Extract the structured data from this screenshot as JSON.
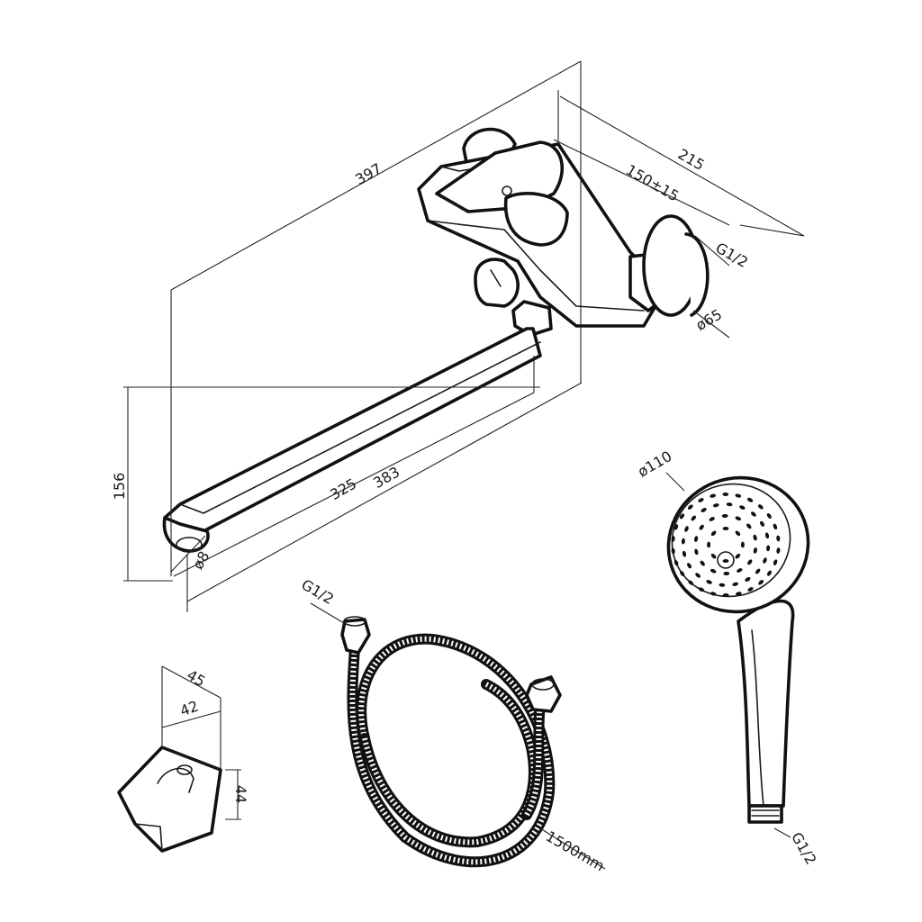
{
  "dimensions": {
    "overall_length": "397",
    "wall_depth": "215",
    "center_distance": "150±15",
    "inlet_thread": "G1/2",
    "flange_diameter": "ø65",
    "spout_height": "156",
    "spout_reach_inner": "325",
    "spout_reach_outer": "383",
    "aerator_diameter": "ø8"
  },
  "shower_holder": {
    "width_outer": "45",
    "width_inner": "42",
    "height": "44"
  },
  "hose": {
    "thread_top": "G1/2",
    "length": "1500mm"
  },
  "hand_shower": {
    "head_diameter": "ø110",
    "thread": "G1/2"
  }
}
